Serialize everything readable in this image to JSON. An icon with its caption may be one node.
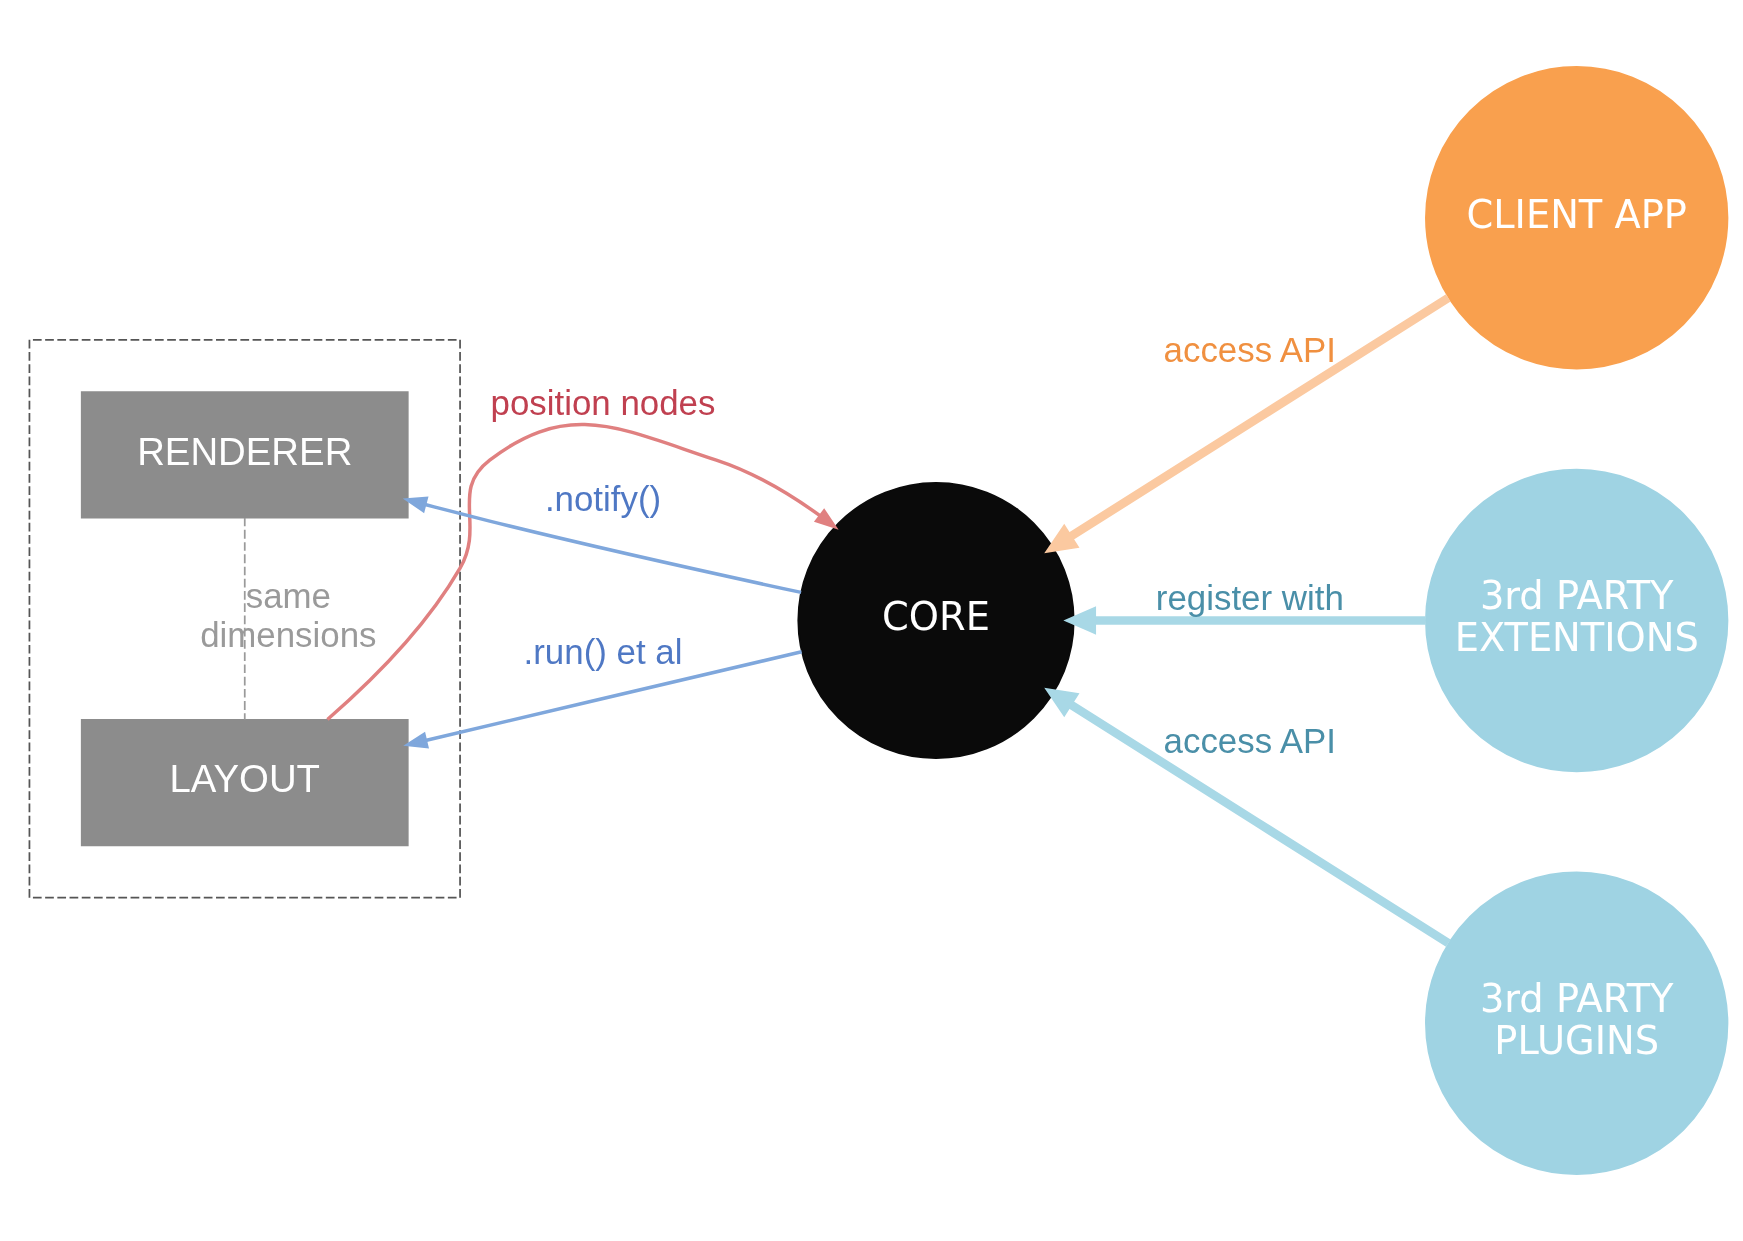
{
  "diagram": {
    "nodes": [
      {
        "text": [],
        "shape": "box"
      },
      {
        "text": [
          "RENDERER"
        ],
        "in": 0
      },
      {
        "text": [
          "LAYOUT"
        ],
        "in": 0
      },
      {
        "text": [
          "CORE"
        ]
      },
      {
        "text": [
          "CLIENT APP"
        ]
      },
      {
        "text": [
          "3rd PARTY EXTENTIONS"
        ]
      },
      {
        "text": [
          "3rd PARTY PLUGINS"
        ]
      }
    ],
    "edges": [
      {
        "from": 3,
        "to": 1,
        "arrow": "to",
        "label": ".notify()",
        "color": "#7fa7dc"
      },
      {
        "from": 1,
        "to": 2,
        "arrow": "none",
        "label": "same dimensions",
        "style": "dashed",
        "color": "#9a9a9a"
      },
      {
        "from": 3,
        "to": 2,
        "arrow": "to",
        "label": ".run() et al",
        "color": "#7fa7dc"
      },
      {
        "from": 2,
        "to": 3,
        "arrow": "to",
        "label": "position nodes",
        "color": "#e08080"
      },
      {
        "from": 4,
        "to": 3,
        "arrow": "to",
        "label": "access API",
        "style": "thick",
        "color": "#fbc9a0"
      },
      {
        "from": 5,
        "to": 3,
        "arrow": "to",
        "label": "register with",
        "style": "thick",
        "color": "#a8d8e6"
      },
      {
        "from": 6,
        "to": 3,
        "arrow": "to",
        "label": "access API",
        "style": "thick",
        "color": "#a8d8e6"
      }
    ]
  }
}
